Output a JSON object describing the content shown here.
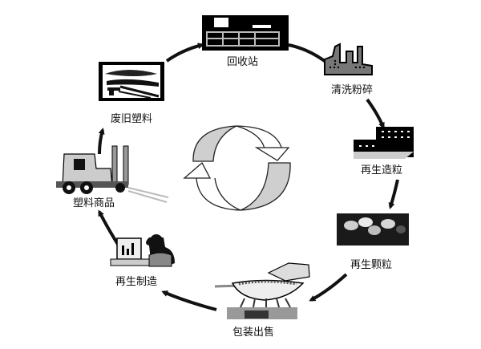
{
  "diagram": {
    "title": "",
    "type": "cycle",
    "direction": "clockwise",
    "stages": [
      {
        "id": "recycling-station",
        "label": "回收站",
        "icon": "building-icon"
      },
      {
        "id": "wash-crush",
        "label": "清洗粉碎",
        "icon": "factory-icon"
      },
      {
        "id": "regranulation",
        "label": "再生造粒",
        "icon": "plant-icon"
      },
      {
        "id": "recycled-pellets",
        "label": "再生颗粒",
        "icon": "pellets-icon"
      },
      {
        "id": "packaging-sale",
        "label": "包装出售",
        "icon": "pan-cooking-icon"
      },
      {
        "id": "remanufacture",
        "label": "再生制造",
        "icon": "worker-computer-icon"
      },
      {
        "id": "plastic-goods",
        "label": "塑料商品",
        "icon": "forklift-icon"
      },
      {
        "id": "waste-plastic",
        "label": "废旧塑料",
        "icon": "waste-pile-icon"
      }
    ],
    "center_icon": "cycle-arrows-icon",
    "colors": {
      "line": "#111111",
      "icon_dark": "#000000",
      "icon_gray": "#7a7a7a",
      "center_fill": "#cfcfcf",
      "background": "#ffffff"
    }
  }
}
